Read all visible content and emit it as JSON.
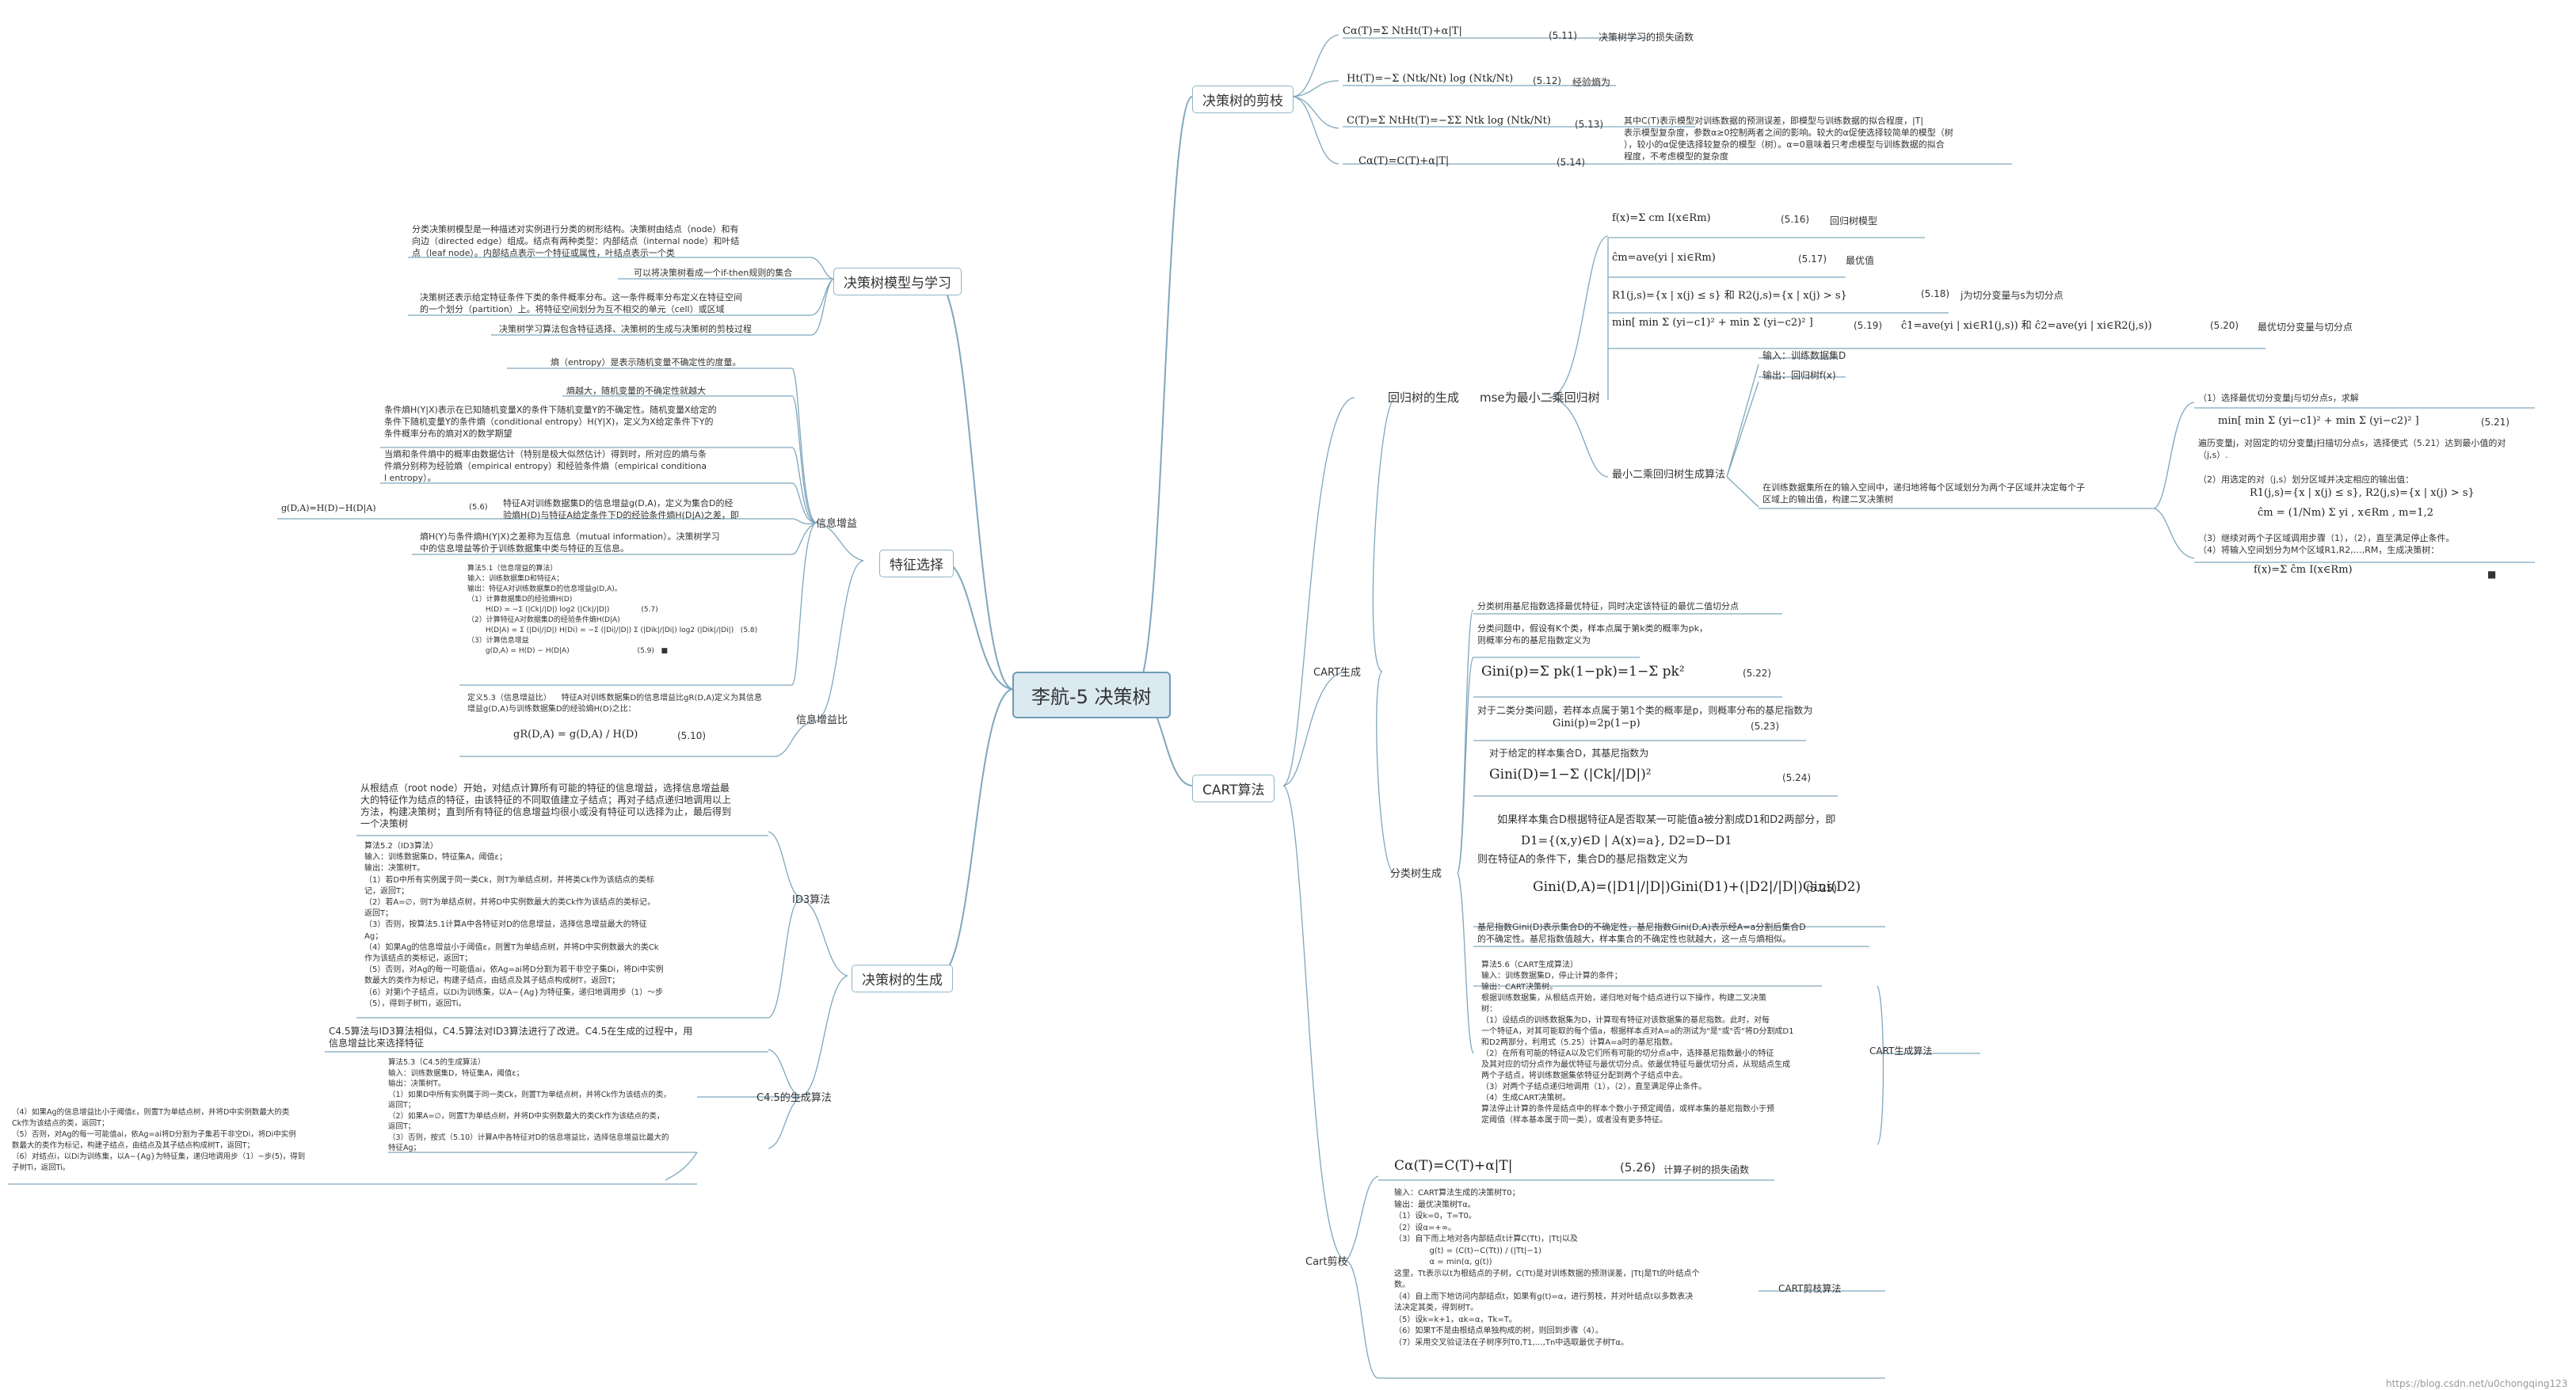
{
  "root": "李航-5 决策树",
  "branches": {
    "prune": "决策树的剪枝",
    "cart": "CART算法",
    "model": "决策树模型与学习",
    "feature": "特征选择",
    "gen": "决策树的生成"
  },
  "prune": {
    "f1": "Cα(T)=Σ NtHt(T)+α|T|",
    "e1": "(5.11)",
    "n1": "决策树学习的损失函数",
    "f2": "Ht(T)=−Σ (Ntk/Nt) log (Ntk/Nt)",
    "e2": "(5.12)",
    "n2": "经验熵为",
    "f3": "C(T)=Σ NtHt(T)=−ΣΣ Ntk log (Ntk/Nt)",
    "e3": "(5.13)",
    "f4": "Cα(T)=C(T)+α|T|",
    "e4": "(5.14)",
    "desc": "其中C(T)表示模型对训练数据的预测误差，即模型与训练数据的拟合程度，|T|\n表示模型复杂度，参数α≥0控制两者之间的影响。较大的α促使选择较简单的模型（树\n），较小的α促使选择较复杂的模型（树）。α=0意味着只考虑模型与训练数据的拟合\n程度，不考虑模型的复杂度"
  },
  "cart": {
    "reg_gen": "回归树的生成",
    "ls_tree": "mse为最小二乘回归树",
    "ls_algo": "最小二乘回归树生成算法",
    "cls_gen": "分类树生成",
    "cart_gen": "CART生成",
    "cart_gen_algo": "CART生成算法",
    "cart_prune": "Cart剪枝",
    "cart_prune_algo": "CART剪枝算法",
    "reg": {
      "f16": "f(x)=Σ cm I(x∈Rm)",
      "e16": "(5.16)",
      "n16": "回归树模型",
      "f17": "ĉm=ave(yi | xi∈Rm)",
      "e17": "(5.17)",
      "n17": "最优值",
      "f18": "R1(j,s)={x | x(j) ≤ s}    和    R2(j,s)={x | x(j) > s}",
      "e18": "(5.18)",
      "n18": "j为切分变量与s为切分点",
      "f19": "min[ min Σ (yi−c1)² + min Σ (yi−c2)² ]",
      "e19": "(5.19)",
      "f20": "ĉ1=ave(yi | xi∈R1(j,s))   和   ĉ2=ave(yi | xi∈R2(j,s))",
      "e20": "(5.20)",
      "n20": "最优切分变量与切分点",
      "input": "输入：训练数据集D",
      "output": "输出：回归树f(x)",
      "space": "在训练数据集所在的输入空间中，递归地将每个区域划分为两个子区域并决定每个子\n区域上的输出值，构建二叉决策树",
      "step1": "（1）选择最优切分变量j与切分点s，求解",
      "f21": "min[ min Σ (yi−c1)² + min Σ (yi−c2)² ]",
      "e21": "(5.21)",
      "step1b": "遍历变量j，对固定的切分变量j扫描切分点s，选择使式（5.21）达到最小值的对\n（j,s）.",
      "step2": "（2）用选定的对（j,s）划分区域并决定相应的输出值：",
      "f2a": "R1(j,s)={x | x(j) ≤ s},   R2(j,s)={x | x(j) > s}",
      "f2b": "ĉm = (1/Nm) Σ yi ,   x∈Rm ,   m=1,2",
      "step3": "（3）继续对两个子区域调用步骤（1），（2），直至满足停止条件。\n（4）将输入空间划分为M个区域R1,R2,…,RM，生成决策树：",
      "fend": "f(x)=Σ ĉm I(x∈Rm)",
      "end": "■"
    },
    "cls": {
      "t1": "分类树用基尼指数选择最优特征，同时决定该特征的最优二值切分点",
      "t2": "分类问题中，假设有K个类，样本点属于第k类的概率为pk，\n则概率分布的基尼指数定义为",
      "f22": "Gini(p)=Σ pk(1−pk)=1−Σ pk²",
      "e22": "(5.22)",
      "t3": "对于二类分类问题，若样本点属于第1个类的概率是p，则概率分布的基尼指数为",
      "f23": "Gini(p)=2p(1−p)",
      "e23": "(5.23)",
      "t4": "对于给定的样本集合D，其基尼指数为",
      "f24": "Gini(D)=1−Σ (|Ck|/|D|)²",
      "e24": "(5.24)",
      "t5": "如果样本集合D根据特征A是否取某一可能值a被分割成D1和D2两部分，即",
      "f25a": "D1={(x,y)∈D | A(x)=a},    D2=D−D1",
      "t6": "则在特征A的条件下，集合D的基尼指数定义为",
      "f25": "Gini(D,A)=(|D1|/|D|)Gini(D1)+(|D2|/|D|)Gini(D2)",
      "e25": "(5.25)",
      "t7": "基尼指数Gini(D)表示集合D的不确定性，基尼指数Gini(D,A)表示经A=a分割后集合D\n的不确定性。基尼指数值越大，样本集合的不确定性也就越大，这一点与熵相似。",
      "algo": "算法5.6（CART生成算法）\n输入：训练数据集D，停止计算的条件；\n输出：CART决策树。\n根据训练数据集，从根结点开始，递归地对每个结点进行以下操作，构建二叉决策\n树：\n（1）设结点的训练数据集为D，计算现有特征对该数据集的基尼指数。此时，对每\n一个特征A，对其可能取的每个值a，根据样本点对A=a的测试为\"是\"或\"否\"将D分割成D1\n和D2两部分，利用式（5.25）计算A=a时的基尼指数。\n（2）在所有可能的特征A以及它们所有可能的切分点a中，选择基尼指数最小的特征\n及其对应的切分点作为最优特征与最优切分点。依最优特征与最优切分点，从现结点生成\n两个子结点，将训练数据集依特征分配到两个子结点中去。\n（3）对两个子结点递归地调用（1），（2），直至满足停止条件。\n（4）生成CART决策树。\n算法停止计算的条件是结点中的样本个数小于预定阈值，或样本集的基尼指数小于预\n定阈值（样本基本属于同一类），或者没有更多特征。"
    },
    "prune": {
      "f26": "Cα(T)=C(T)+α|T|",
      "e26": "(5.26)",
      "n26": "计算子树的损失函数",
      "algo": "输入：CART算法生成的决策树T0；\n输出：最优决策树Tα。\n（1）设k=0，T=T0。\n（2）设α=+∞。\n（3）自下而上地对各内部结点t计算C(Tt)，|Tt|以及\n              g(t) = (C(t)−C(Tt)) / (|Tt|−1)\n              α = min(α, g(t))\n这里，Tt表示以t为根结点的子树，C(Tt)是对训练数据的预测误差，|Tt|是Tt的叶结点个\n数。\n（4）自上而下地访问内部结点t，如果有g(t)=α，进行剪枝，并对叶结点t以多数表决\n法决定其类，得到树T。\n（5）设k=k+1，αk=α，Tk=T。\n（6）如果T不是由根结点单独构成的树，则回到步骤（4）。\n（7）采用交叉验证法在子树序列T0,T1,…,Tn中选取最优子树Tα。"
    }
  },
  "model": {
    "l1": "分类决策树模型是一种描述对实例进行分类的树形结构。决策树由结点（node）和有\n向边（directed edge）组成。结点有两种类型：内部结点（internal node）和叶结\n点（leaf node）。内部结点表示一个特征或属性，叶结点表示一个类",
    "l2": "可以将决策树看成一个if-then规则的集合",
    "l3": "决策树还表示给定特征条件下类的条件概率分布。这一条件概率分布定义在特征空间\n的一个划分（partition）上。将特征空间划分为互不相交的单元（cell）或区域",
    "l4": "决策树学习算法包含特征选择、决策树的生成与决策树的剪枝过程"
  },
  "feature": {
    "ig": "信息增益",
    "igr": "信息增益比",
    "l1": "熵（entropy）是表示随机变量不确定性的度量。",
    "l2": "熵越大，随机变量的不确定性就越大",
    "l3": "条件熵H(Y|X)表示在已知随机变量X的条件下随机变量Y的不确定性。随机变量X给定的\n条件下随机变量Y的条件熵（conditional entropy）H(Y|X)，定义为X给定条件下Y的\n条件概率分布的熵对X的数学期望",
    "l4": "当熵和条件熵中的概率由数据估计（特别是极大似然估计）得到时，所对应的熵与条\n件熵分别称为经验熵（empirical entropy）和经验条件熵（empirical conditiona\nl entropy）。",
    "f56": "g(D,A)=H(D)−H(D|A)",
    "e56": "(5.6)",
    "l5": "特征A对训练数据集D的信息增益g(D,A)，定义为集合D的经\n验熵H(D)与特征A给定条件下D的经验条件熵H(D|A)之差，即",
    "l6": "熵H(Y)与条件熵H(Y|X)之差称为互信息（mutual information）。决策树学习\n中的信息增益等价于训练数据集中类与特征的互信息。",
    "algo": "算法5.1（信息增益的算法）\n输入：训练数据集D和特征A；\n输出：特征A对训练数据集D的信息增益g(D,A)。\n（1）计算数据集D的经验熵H(D)\n        H(D) = −Σ (|Ck|/|D|) log2 (|Ck|/|D|)              (5.7)\n（2）计算特征A对数据集D的经验条件熵H(D|A)\n        H(D|A) = Σ (|Di|/|D|) H(Di) = −Σ (|Di|/|D|) Σ (|Dik|/|Di|) log2 (|Dik|/|Di|)   (5.8)\n（3）计算信息增益\n        g(D,A) = H(D) − H(D|A)                              (5.9)   ■",
    "igr_def": "定义5.3（信息增益比）    特征A对训练数据集D的信息增益比gR(D,A)定义为其信息\n增益g(D,A)与训练数据集D的经验熵H(D)之比：",
    "f510": "gR(D,A) = g(D,A) / H(D)",
    "e510": "(5.10)"
  },
  "gen": {
    "id3": "ID3算法",
    "c45": "C4.5的生成算法",
    "l1": "从根结点（root node）开始，对结点计算所有可能的特征的信息增益，选择信息增益最\n大的特征作为结点的特征，由该特征的不同取值建立子结点；再对子结点递归地调用以上\n方法，构建决策树；直到所有特征的信息增益均很小或没有特征可以选择为止，最后得到\n一个决策树",
    "id3_algo": "算法5.2（ID3算法）\n输入：训练数据集D，特征集A，阈值ε；\n输出：决策树T。\n（1）若D中所有实例属于同一类Ck，则T为单结点树，并将类Ck作为该结点的类标\n记，返回T；\n（2）若A=∅，则T为单结点树，并将D中实例数最大的类Ck作为该结点的类标记，\n返回T；\n（3）否则，按算法5.1计算A中各特征对D的信息增益，选择信息增益最大的特征\nAg；\n（4）如果Ag的信息增益小于阈值ε，则置T为单结点树，并将D中实例数最大的类Ck\n作为该结点的类标记，返回T；\n（5）否则，对Ag的每一可能值ai，依Ag=ai将D分割为若干非空子集Di，将Di中实例\n数最大的类作为标记，构建子结点，由结点及其子结点构成树T，返回T；\n（6）对第i个子结点，以Di为训练集，以A−{Ag}为特征集，递归地调用步（1）～步\n（5），得到子树Ti，返回Ti。",
    "c45_note": "C4.5算法与ID3算法相似，C4.5算法对ID3算法进行了改进。C4.5在生成的过程中，用\n信息增益比来选择特征",
    "c45_algo": "算法5.3（C4.5的生成算法）\n输入：训练数据集D，特征集A，阈值ε；\n输出：决策树T。\n（1）如果D中所有实例属于同一类Ck，则置T为单结点树，并将Ck作为该结点的类，\n返回T；\n（2）如果A=∅，则置T为单结点树，并将D中实例数最大的类Ck作为该结点的类，\n返回T；\n（3）否则，按式（5.10）计算A中各特征对D的信息增益比，选择信息增益比最大的\n特征Ag；",
    "c45_algo2": "（4）如果Ag的信息增益比小于阈值ε，则置T为单结点树，并将D中实例数最大的类\nCk作为该结点的类，返回T；\n（5）否则，对Ag的每一可能值ai，依Ag=ai将D分割为子集若干非空Di，将Di中实例\n数最大的类作为标记，构建子结点，由结点及其子结点构成树T，返回T；\n（6）对结点i，以Di为训练集，以A−{Ag}为特征集，递归地调用步（1）~步(5)，得到\n子树Ti，返回Ti。"
  },
  "watermark": "https://blog.csdn.net/u0chongqing123"
}
